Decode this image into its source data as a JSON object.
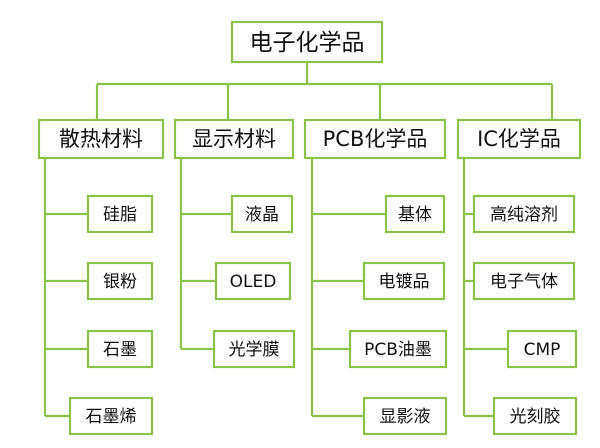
{
  "root": {
    "label": "电子化学品"
  },
  "categories": [
    {
      "label": "散热材料",
      "items": [
        "硅脂",
        "银粉",
        "石墨",
        "石墨烯"
      ]
    },
    {
      "label": "显示材料",
      "items": [
        "液晶",
        "OLED",
        "光学膜"
      ]
    },
    {
      "label": "PCB化学品",
      "items": [
        "基体",
        "电镀品",
        "PCB油墨",
        "显影液"
      ]
    },
    {
      "label": "IC化学品",
      "items": [
        "高纯溶剂",
        "电子气体",
        "CMP",
        "光刻胶"
      ]
    }
  ],
  "colors": {
    "line": "#8bc34a",
    "text": "#111111",
    "background": "#ffffff"
  }
}
